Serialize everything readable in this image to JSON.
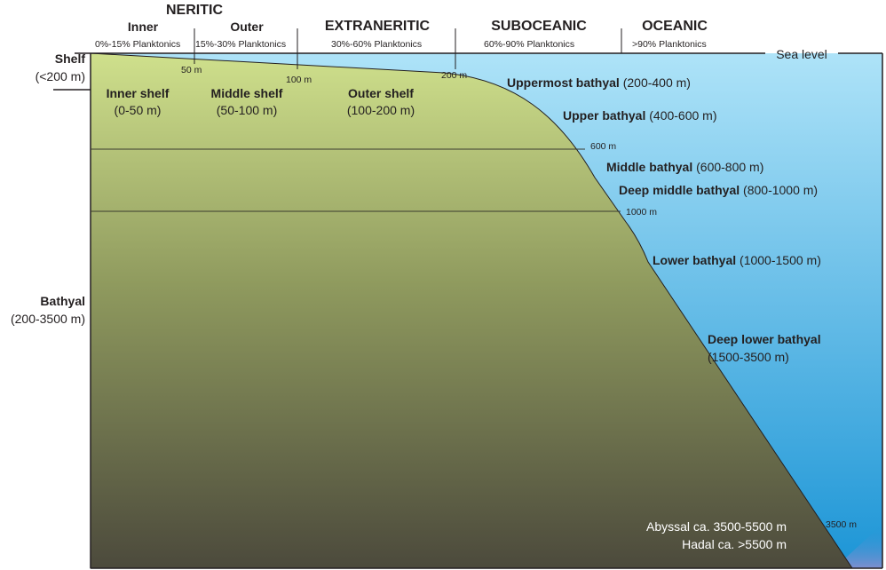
{
  "header": {
    "zones": [
      {
        "id": "neritic",
        "label": "NERITIC"
      },
      {
        "id": "extraneritic",
        "label": "EXTRANERITIC"
      },
      {
        "id": "suboceanic",
        "label": "SUBOCEANIC"
      },
      {
        "id": "oceanic",
        "label": "OCEANIC"
      }
    ],
    "neritic_sub": {
      "inner": "Inner",
      "outer": "Outer"
    },
    "planktonics": [
      "0%-15% Planktonics",
      "15%-30% Planktonics",
      "30%-60% Planktonics",
      "60%-90% Planktonics",
      ">90% Planktonics"
    ]
  },
  "sea_level": "Sea level",
  "left_labels": {
    "shelf_title": "Shelf",
    "shelf_range": "(<200 m)",
    "bathyal_title": "Bathyal",
    "bathyal_range": "(200-3500 m)"
  },
  "shelf_zones": [
    {
      "name": "Inner shelf",
      "range": "(0-50 m)"
    },
    {
      "name": "Middle shelf",
      "range": "(50-100 m)"
    },
    {
      "name": "Outer shelf",
      "range": "(100-200 m)"
    }
  ],
  "depth_markers": [
    "50 m",
    "100 m",
    "200 m",
    "600 m",
    "1000 m",
    "3500 m"
  ],
  "bathyal_zones": [
    {
      "name": "Uppermost bathyal",
      "range": "(200-400 m)"
    },
    {
      "name": "Upper bathyal",
      "range": "(400-600 m)"
    },
    {
      "name": "Middle bathyal",
      "range": "(600-800 m)"
    },
    {
      "name": "Deep middle bathyal",
      "range": "(800-1000 m)"
    },
    {
      "name": "Lower bathyal",
      "range": "(1000-1500 m)"
    },
    {
      "name": "Deep lower bathyal",
      "range": "(1500-3500 m)"
    }
  ],
  "deep_notes": [
    "Abyssal ca. 3500-5500 m",
    "Hadal ca. >5500 m"
  ],
  "colors": {
    "water_top": "#aee3f8",
    "water_bottom": "#1c95d6",
    "land_top": "#cfe08c",
    "land_bottom": "#4c4a3c",
    "abyss": "#7f8fcf"
  }
}
